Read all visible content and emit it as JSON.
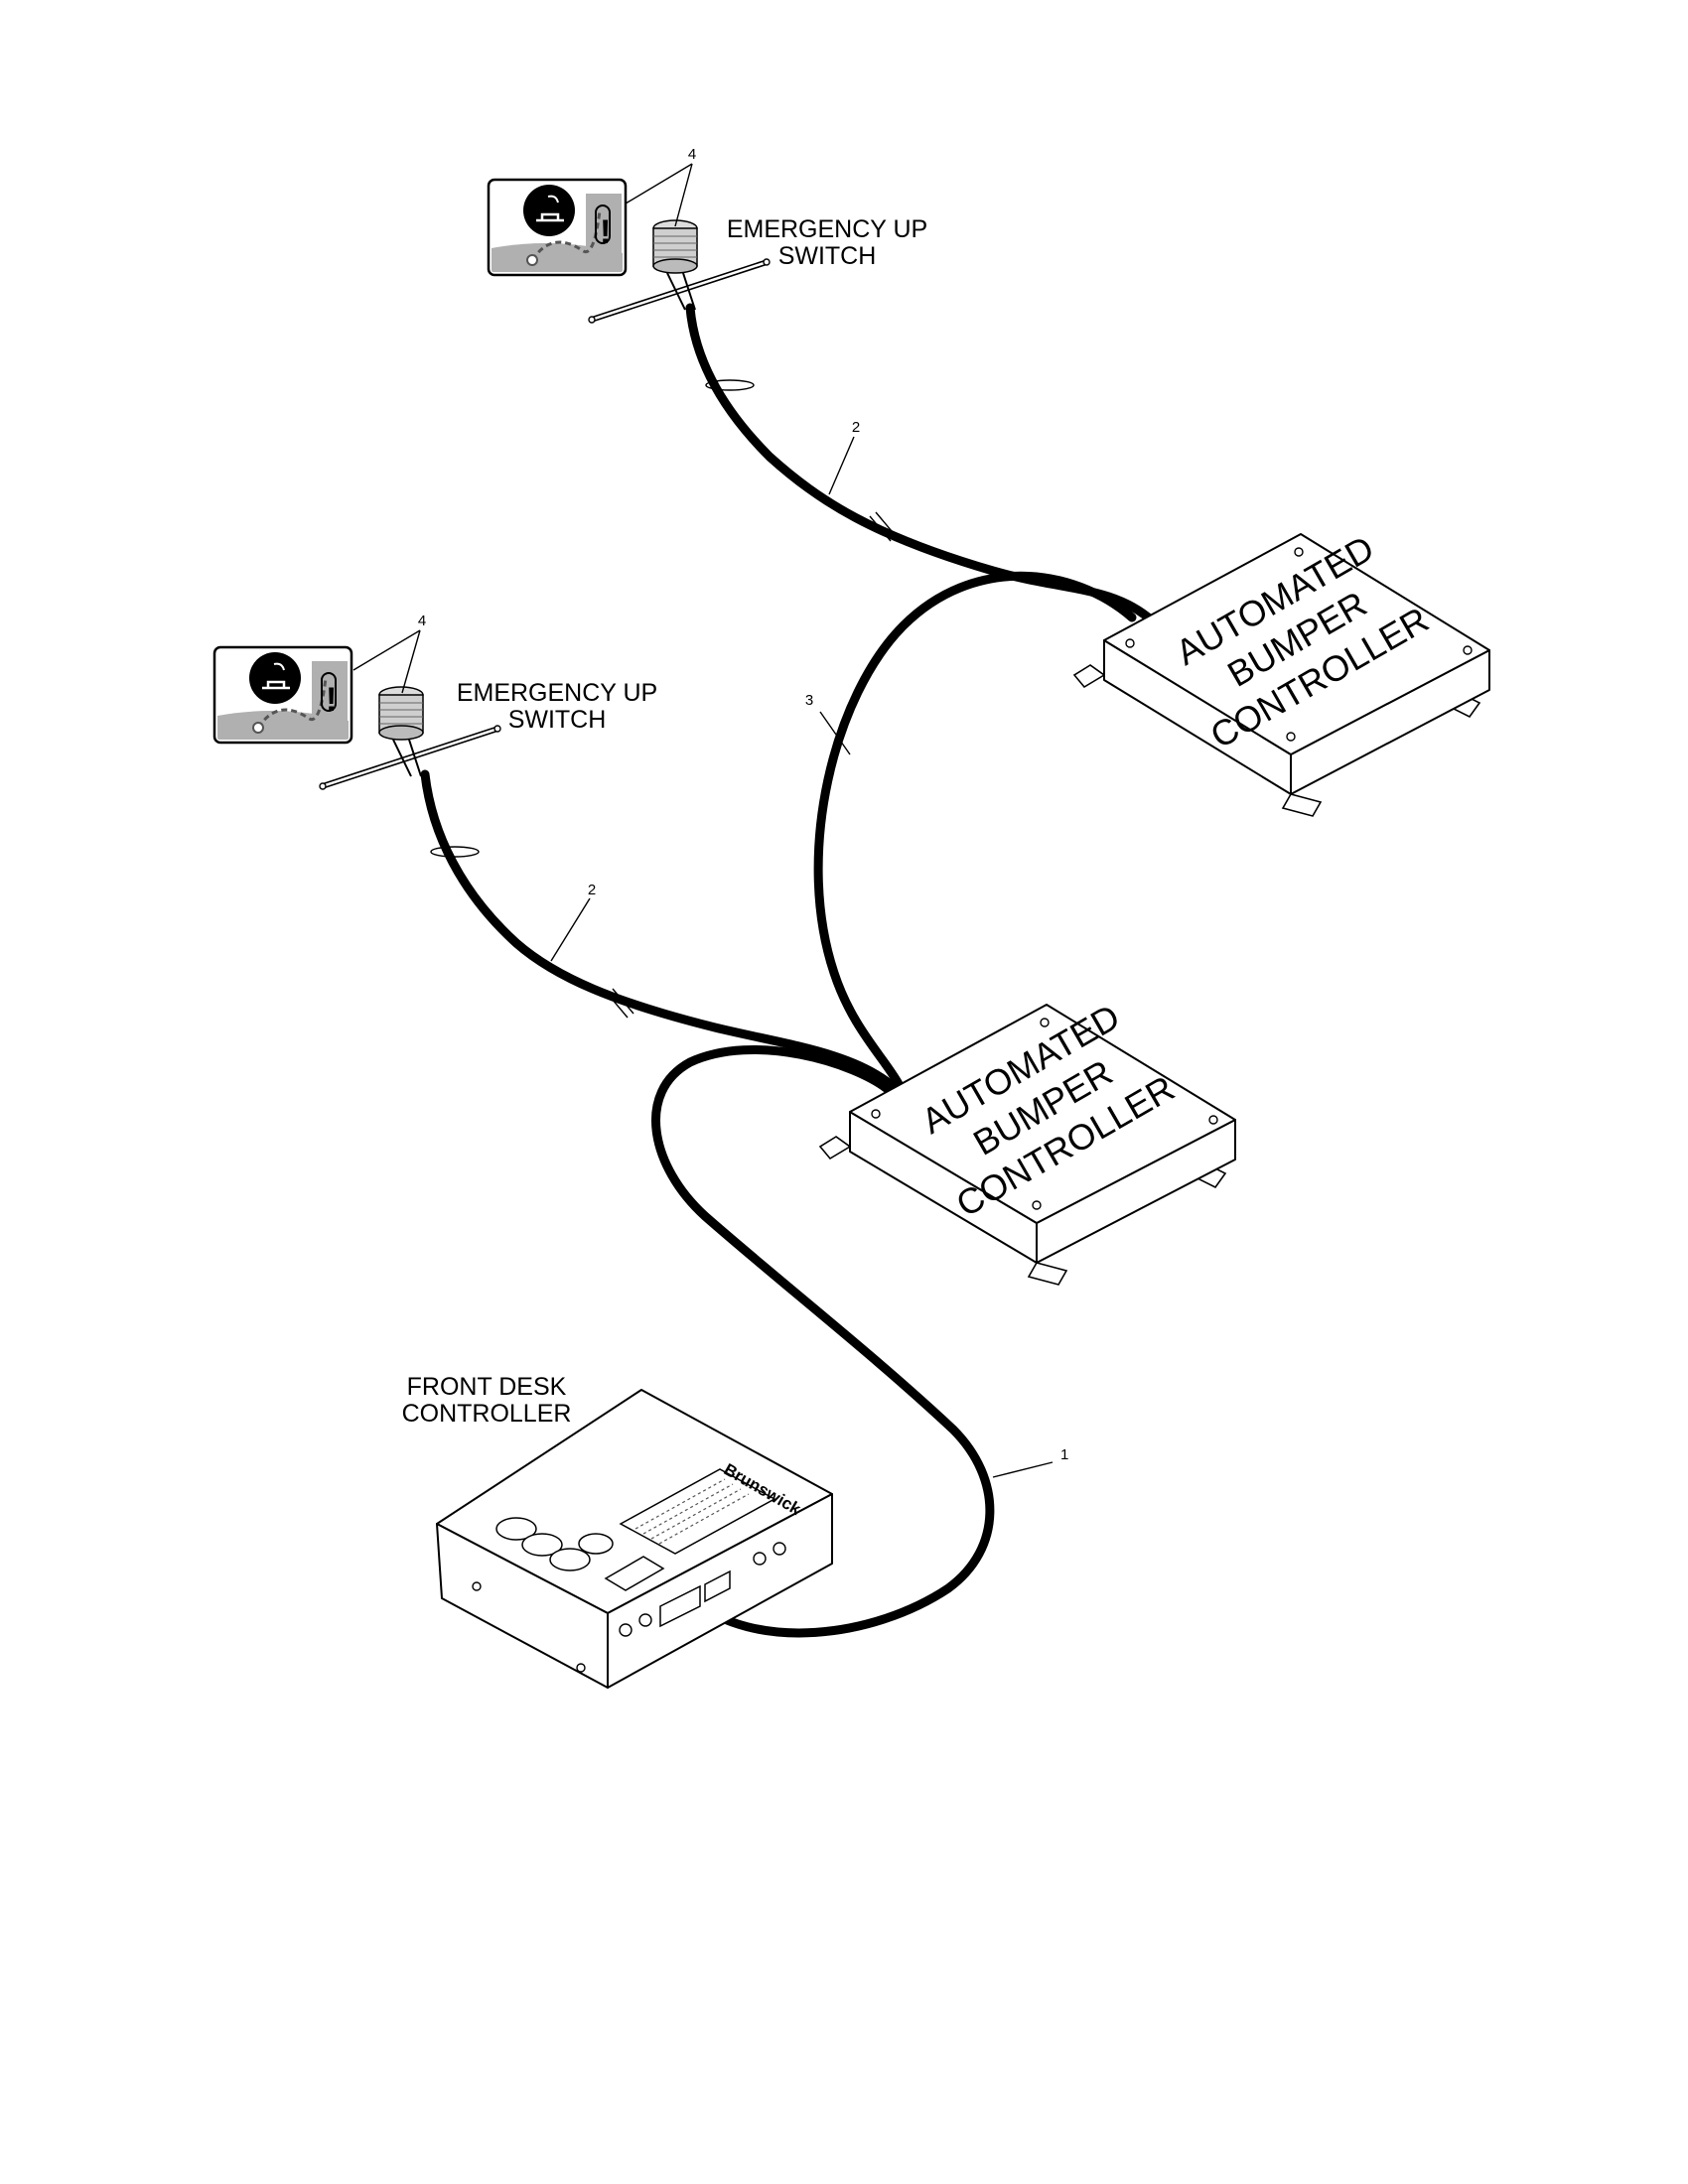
{
  "labels": {
    "switch_top_l1": "EMERGENCY UP",
    "switch_top_l2": "SWITCH",
    "switch_bottom_l1": "EMERGENCY UP",
    "switch_bottom_l2": "SWITCH",
    "front_desk_l1": "FRONT DESK",
    "front_desk_l2": "CONTROLLER"
  },
  "controllers": {
    "top": {
      "line1": "AUTOMATED",
      "line2": "BUMPER",
      "line3": "CONTROLLER"
    },
    "bottom": {
      "line1": "AUTOMATED",
      "line2": "BUMPER",
      "line3": "CONTROLLER"
    }
  },
  "callouts": {
    "top_switch": "4",
    "bottom_switch": "4",
    "top_cable": "2",
    "bottom_cable": "2",
    "link_cable": "3",
    "main_cable": "1"
  },
  "brand": "Brunswick"
}
